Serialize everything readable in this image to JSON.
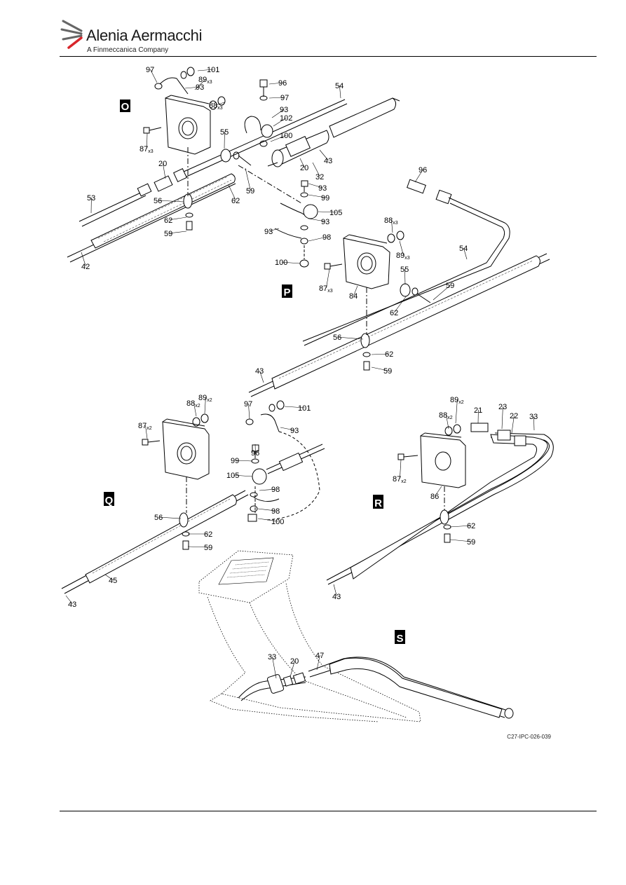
{
  "header": {
    "brand": "Alenia Aermacchi",
    "tagline": "A Finmeccanica Company"
  },
  "figure": {
    "reference": "C27-IPC-026-039",
    "views": [
      "O",
      "P",
      "Q",
      "R",
      "S"
    ],
    "callouts": {
      "O": [
        {
          "id": "o97",
          "label": "97"
        },
        {
          "id": "o101",
          "label": "101"
        },
        {
          "id": "o93a",
          "label": "93"
        },
        {
          "id": "o89",
          "label": "89",
          "qty": "x3"
        },
        {
          "id": "o88",
          "label": "88",
          "qty": "x3"
        },
        {
          "id": "o96",
          "label": "96"
        },
        {
          "id": "o97b",
          "label": "97"
        },
        {
          "id": "o54",
          "label": "54"
        },
        {
          "id": "o93b",
          "label": "93"
        },
        {
          "id": "o102",
          "label": "102"
        },
        {
          "id": "o100",
          "label": "100"
        },
        {
          "id": "o87",
          "label": "87",
          "qty": "x3"
        },
        {
          "id": "o55",
          "label": "55"
        },
        {
          "id": "o20a",
          "label": "20"
        },
        {
          "id": "o43",
          "label": "43"
        },
        {
          "id": "o20b",
          "label": "20"
        },
        {
          "id": "o32",
          "label": "32"
        },
        {
          "id": "o53",
          "label": "53"
        },
        {
          "id": "o56",
          "label": "56"
        },
        {
          "id": "o62a",
          "label": "62"
        },
        {
          "id": "o59a",
          "label": "59"
        },
        {
          "id": "o62b",
          "label": "62"
        },
        {
          "id": "o59b",
          "label": "59"
        },
        {
          "id": "o42",
          "label": "42"
        },
        {
          "id": "o93c",
          "label": "93"
        },
        {
          "id": "o99",
          "label": "99"
        },
        {
          "id": "o105",
          "label": "105"
        },
        {
          "id": "o93d",
          "label": "93"
        },
        {
          "id": "o93e",
          "label": "93"
        },
        {
          "id": "o98",
          "label": "98"
        },
        {
          "id": "o100b",
          "label": "100"
        }
      ],
      "P": [
        {
          "id": "p96",
          "label": "96"
        },
        {
          "id": "p88",
          "label": "88",
          "qty": "x3"
        },
        {
          "id": "p89",
          "label": "89",
          "qty": "x3"
        },
        {
          "id": "p54",
          "label": "54"
        },
        {
          "id": "p87",
          "label": "87",
          "qty": "x3"
        },
        {
          "id": "p84",
          "label": "84"
        },
        {
          "id": "p55",
          "label": "55"
        },
        {
          "id": "p59a",
          "label": "59"
        },
        {
          "id": "p62a",
          "label": "62"
        },
        {
          "id": "p56",
          "label": "56"
        },
        {
          "id": "p62b",
          "label": "62"
        },
        {
          "id": "p59b",
          "label": "59"
        },
        {
          "id": "p43",
          "label": "43"
        }
      ],
      "Q": [
        {
          "id": "q89",
          "label": "89",
          "qty": "x2"
        },
        {
          "id": "q88",
          "label": "88",
          "qty": "x2"
        },
        {
          "id": "q87",
          "label": "87",
          "qty": "x2"
        },
        {
          "id": "q97",
          "label": "97"
        },
        {
          "id": "q101",
          "label": "101"
        },
        {
          "id": "q93",
          "label": "93"
        },
        {
          "id": "q96",
          "label": "96"
        },
        {
          "id": "q99",
          "label": "99"
        },
        {
          "id": "q105",
          "label": "105"
        },
        {
          "id": "q98a",
          "label": "98"
        },
        {
          "id": "q98b",
          "label": "98"
        },
        {
          "id": "q100",
          "label": "100"
        },
        {
          "id": "q56",
          "label": "56"
        },
        {
          "id": "q62",
          "label": "62"
        },
        {
          "id": "q59",
          "label": "59"
        },
        {
          "id": "q45",
          "label": "45"
        },
        {
          "id": "q43",
          "label": "43"
        }
      ],
      "R": [
        {
          "id": "r89",
          "label": "89",
          "qty": "x2"
        },
        {
          "id": "r88",
          "label": "88",
          "qty": "x2"
        },
        {
          "id": "r21",
          "label": "21"
        },
        {
          "id": "r23",
          "label": "23"
        },
        {
          "id": "r22",
          "label": "22"
        },
        {
          "id": "r33",
          "label": "33"
        },
        {
          "id": "r87",
          "label": "87",
          "qty": "x2"
        },
        {
          "id": "r86",
          "label": "86"
        },
        {
          "id": "r62",
          "label": "62"
        },
        {
          "id": "r59",
          "label": "59"
        },
        {
          "id": "r43",
          "label": "43"
        }
      ],
      "S": [
        {
          "id": "s33",
          "label": "33"
        },
        {
          "id": "s20",
          "label": "20"
        },
        {
          "id": "s47",
          "label": "47"
        }
      ]
    }
  }
}
